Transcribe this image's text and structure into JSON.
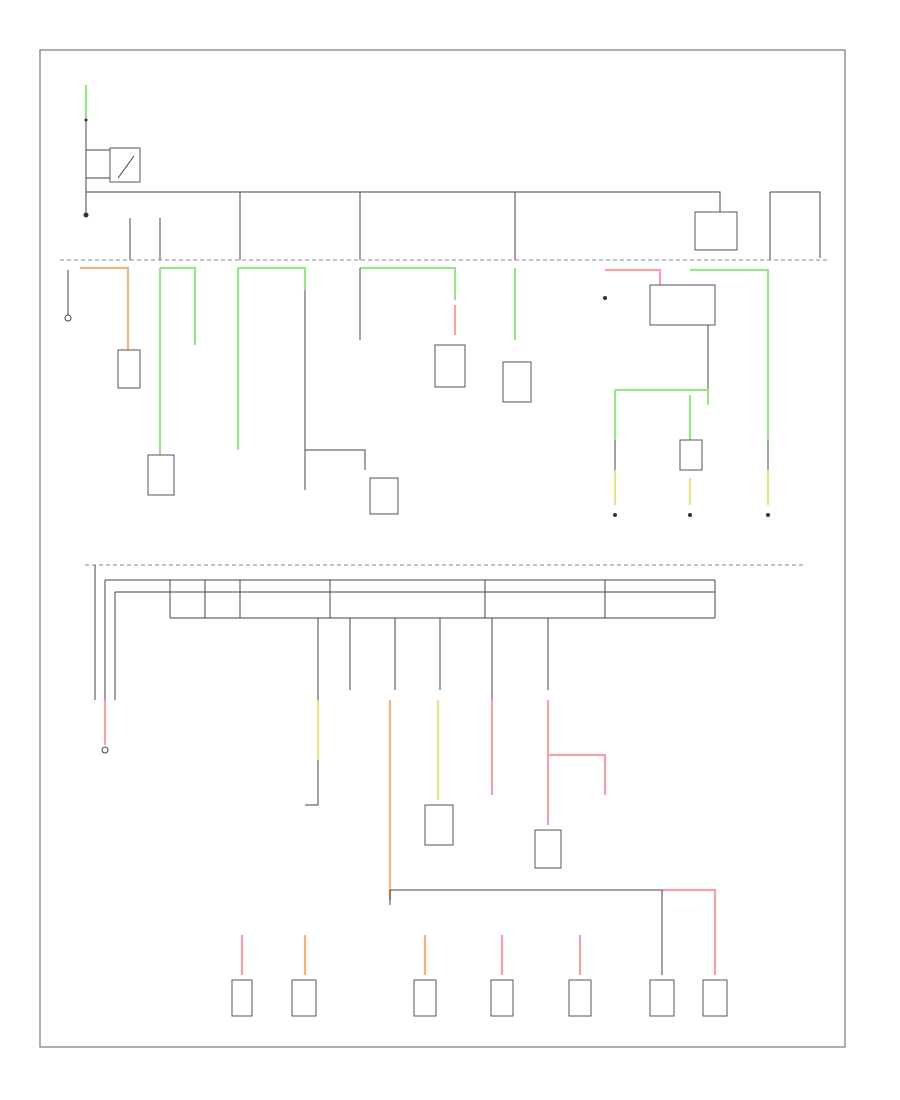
{
  "diagram": {
    "labels": {
      "header_left": "",
      "header_right": "",
      "side_right": "",
      "splice_left": "",
      "note_1": "",
      "note_2": ""
    },
    "loads": [
      {
        "key": "tail",
        "text": ""
      },
      {
        "key": "lat",
        "text": ""
      },
      {
        "key": "l1",
        "text": ""
      },
      {
        "key": "l2",
        "text": ""
      },
      {
        "key": "l3",
        "text": ""
      },
      {
        "key": "l4",
        "text": ""
      },
      {
        "key": "l5",
        "text": ""
      }
    ],
    "colors": {
      "green": "#9be38a",
      "orange": "#f2b27a",
      "pink": "#f3a3a8",
      "yellow": "#e8e28a",
      "line": "#444444"
    }
  }
}
